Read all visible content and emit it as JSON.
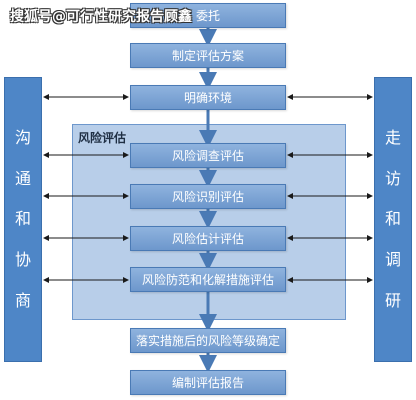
{
  "watermark": "搜狐号@可行性研究报告顾鑫",
  "left_bar": {
    "chars": [
      "沟",
      "通",
      "和",
      "协",
      "商"
    ]
  },
  "right_bar": {
    "chars": [
      "走",
      "访",
      "和",
      "调",
      "研"
    ]
  },
  "risk_group": {
    "title": "风险评估"
  },
  "steps": [
    {
      "label": "委托"
    },
    {
      "label": "制定评估方案"
    },
    {
      "label": "明确环境"
    },
    {
      "label": "风险调查评估"
    },
    {
      "label": "风险识别评估"
    },
    {
      "label": "风险估计评估"
    },
    {
      "label": "风险防范和化解措施评估"
    },
    {
      "label": "落实措施后的风险等级确定"
    },
    {
      "label": "编制评估报告"
    }
  ],
  "colors": {
    "step_fill": "#7aa3d4",
    "side_bar": "#4e86c7",
    "risk_area": "#b8cee9",
    "arrow": "#1a1a1a",
    "flow_arrow": "#4a7ab5"
  }
}
